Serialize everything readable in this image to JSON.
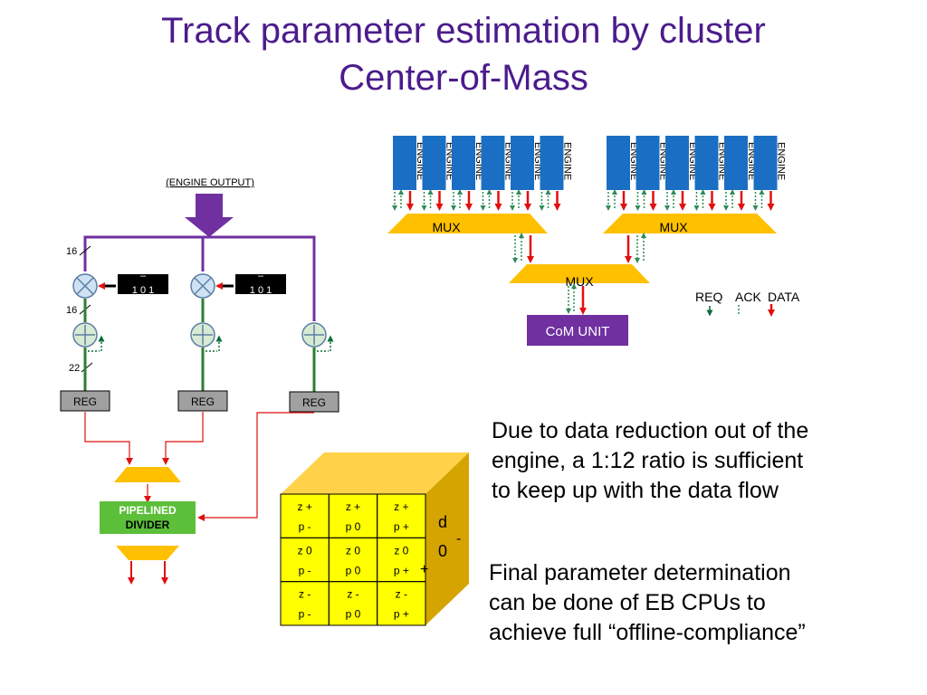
{
  "title": {
    "line1": "Track parameter estimation by cluster",
    "line2": "Center-of-Mass"
  },
  "engines": {
    "label": "ENGINE",
    "groups": 2,
    "per_group": 6
  },
  "mux": {
    "left": "MUX",
    "right": "MUX",
    "center": "MUX"
  },
  "com_unit": "CoM UNIT",
  "legend": {
    "req": "REQ",
    "ack": "ACK",
    "data": "DATA"
  },
  "pipeline": {
    "engine_output": "(ENGINE OUTPUT)",
    "bits_16_a": "16",
    "bits_16_b": "16",
    "bits_22": "22",
    "const_minus": "–",
    "const_value": "1 0 1",
    "reg": "REG",
    "divider_line1": "PIPELINED",
    "divider_line2": "DIVIDER"
  },
  "cube": {
    "rows": [
      [
        [
          "z +",
          "p -"
        ],
        [
          "z +",
          "p 0"
        ],
        [
          "z +",
          "p +"
        ]
      ],
      [
        [
          "z 0",
          "p -"
        ],
        [
          "z 0",
          "p 0"
        ],
        [
          "z 0",
          "p +"
        ]
      ],
      [
        [
          "z -",
          "p -"
        ],
        [
          "z -",
          "p 0"
        ],
        [
          "z -",
          "p +"
        ]
      ]
    ],
    "side_d": "d",
    "side_0": "0",
    "side_minus": "-",
    "side_plus": "+"
  },
  "text": {
    "para1": [
      "Due to data reduction out of the",
      "engine, a 1:12 ratio is sufficient",
      "to keep up with the data flow"
    ],
    "para2": [
      "Final parameter determination",
      "can be done of EB CPUs to",
      "achieve full “offline-compliance”"
    ]
  },
  "colors": {
    "title": "#4b1c8c",
    "engine": "#1a6fc4",
    "mux": "#ffc000",
    "com": "#7030a0",
    "data_arrow": "#e01010",
    "req_arrow": "#0b6b3a",
    "wire_purple": "#7030a0",
    "wire_green": "#2e7d32",
    "divider": "#5cbf3a",
    "reg": "#a0a0a0",
    "cube_front": "#ffff00",
    "cube_side": "#d6a400",
    "cube_top": "#ffd24a"
  }
}
